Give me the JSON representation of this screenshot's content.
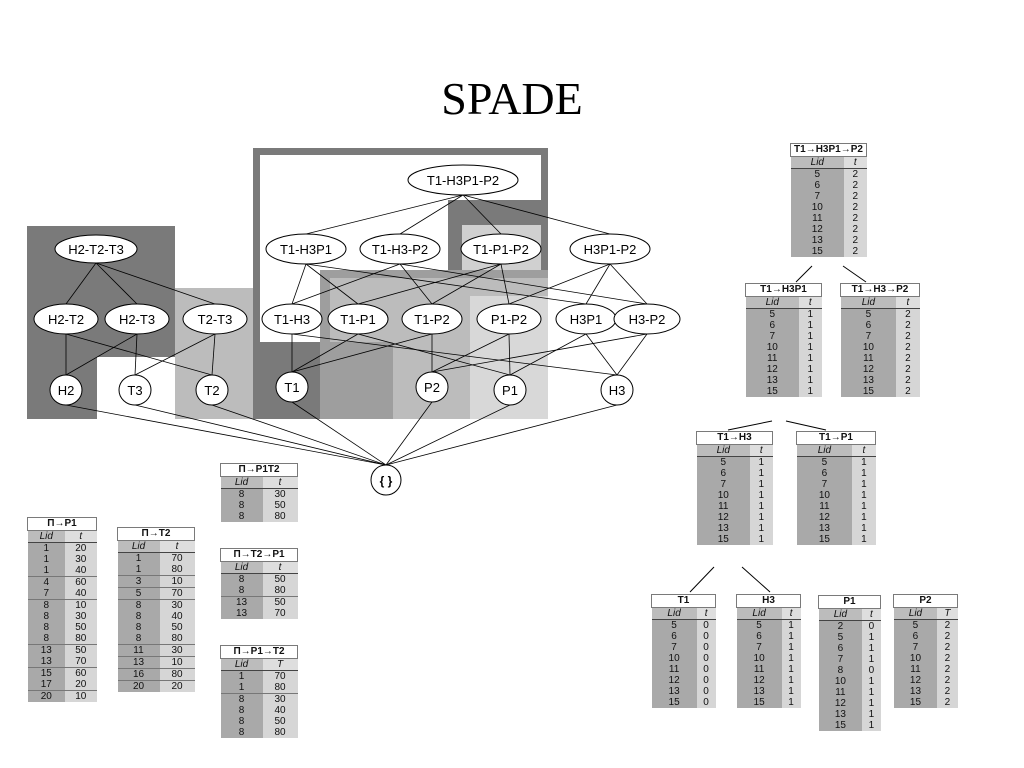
{
  "title": "SPADE",
  "lattice": {
    "nodes": [
      {
        "id": "T1-H3P1-P2",
        "label": "T1-H3P1-P2"
      },
      {
        "id": "H2-T2-T3",
        "label": "H2-T2-T3"
      },
      {
        "id": "T1-H3P1",
        "label": "T1-H3P1"
      },
      {
        "id": "T1-H3-P2",
        "label": "T1-H3-P2"
      },
      {
        "id": "T1-P1-P2",
        "label": "T1-P1-P2"
      },
      {
        "id": "H3P1-P2",
        "label": "H3P1-P2"
      },
      {
        "id": "H2-T2",
        "label": "H2-T2"
      },
      {
        "id": "H2-T3",
        "label": "H2-T3"
      },
      {
        "id": "T2-T3",
        "label": "T2-T3"
      },
      {
        "id": "T1-H3",
        "label": "T1-H3"
      },
      {
        "id": "T1-P1",
        "label": "T1-P1"
      },
      {
        "id": "T1-P2",
        "label": "T1-P2"
      },
      {
        "id": "P1-P2",
        "label": "P1-P2"
      },
      {
        "id": "H3P1",
        "label": "H3P1"
      },
      {
        "id": "H3-P2",
        "label": "H3-P2"
      },
      {
        "id": "H2",
        "label": "H2"
      },
      {
        "id": "T3",
        "label": "T3"
      },
      {
        "id": "T2",
        "label": "T2"
      },
      {
        "id": "T1",
        "label": "T1"
      },
      {
        "id": "P2",
        "label": "P2"
      },
      {
        "id": "P1",
        "label": "P1"
      },
      {
        "id": "H3",
        "label": "H3"
      },
      {
        "id": "root",
        "label": "{ }"
      }
    ],
    "edges": [
      [
        "T1-H3P1-P2",
        "T1-H3P1"
      ],
      [
        "T1-H3P1-P2",
        "T1-H3-P2"
      ],
      [
        "T1-H3P1-P2",
        "T1-P1-P2"
      ],
      [
        "T1-H3P1-P2",
        "H3P1-P2"
      ],
      [
        "H2-T2-T3",
        "H2-T2"
      ],
      [
        "H2-T2-T3",
        "H2-T3"
      ],
      [
        "H2-T2-T3",
        "T2-T3"
      ],
      [
        "T1-H3P1",
        "T1-H3"
      ],
      [
        "T1-H3P1",
        "T1-P1"
      ],
      [
        "T1-H3P1",
        "H3P1"
      ],
      [
        "T1-H3-P2",
        "T1-H3"
      ],
      [
        "T1-H3-P2",
        "T1-P2"
      ],
      [
        "T1-H3-P2",
        "H3-P2"
      ],
      [
        "T1-P1-P2",
        "T1-P1"
      ],
      [
        "T1-P1-P2",
        "T1-P2"
      ],
      [
        "T1-P1-P2",
        "P1-P2"
      ],
      [
        "H3P1-P2",
        "H3P1"
      ],
      [
        "H3P1-P2",
        "H3-P2"
      ],
      [
        "H3P1-P2",
        "P1-P2"
      ],
      [
        "H2-T2",
        "H2"
      ],
      [
        "H2-T2",
        "T2"
      ],
      [
        "H2-T3",
        "H2"
      ],
      [
        "H2-T3",
        "T3"
      ],
      [
        "T2-T3",
        "T2"
      ],
      [
        "T2-T3",
        "T3"
      ],
      [
        "T1-H3",
        "T1"
      ],
      [
        "T1-H3",
        "H3"
      ],
      [
        "T1-P1",
        "T1"
      ],
      [
        "T1-P1",
        "P1"
      ],
      [
        "T1-P2",
        "T1"
      ],
      [
        "T1-P2",
        "P2"
      ],
      [
        "P1-P2",
        "P1"
      ],
      [
        "P1-P2",
        "P2"
      ],
      [
        "H3P1",
        "H3"
      ],
      [
        "H3P1",
        "P1"
      ],
      [
        "H3-P2",
        "H3"
      ],
      [
        "H3-P2",
        "P2"
      ],
      [
        "H2",
        "root"
      ],
      [
        "T3",
        "root"
      ],
      [
        "T2",
        "root"
      ],
      [
        "T1",
        "root"
      ],
      [
        "P2",
        "root"
      ],
      [
        "P1",
        "root"
      ],
      [
        "H3",
        "root"
      ]
    ]
  },
  "tables": [
    {
      "id": "t_pi_p1",
      "title": "Π→P1",
      "cols": [
        "Lid",
        "t"
      ],
      "rows": [
        [
          "1",
          "20"
        ],
        [
          "1",
          "30"
        ],
        [
          "1",
          "40"
        ],
        [
          "4",
          "60"
        ],
        [
          "7",
          "40"
        ],
        [
          "8",
          "10"
        ],
        [
          "8",
          "30"
        ],
        [
          "8",
          "50"
        ],
        [
          "8",
          "80"
        ],
        [
          "13",
          "50"
        ],
        [
          "13",
          "70"
        ],
        [
          "15",
          "60"
        ],
        [
          "17",
          "20"
        ],
        [
          "20",
          "10"
        ]
      ],
      "seps": [
        3,
        5,
        9,
        11,
        13
      ]
    },
    {
      "id": "t_pi_t2",
      "title": "Π→T2",
      "cols": [
        "Lid",
        "t"
      ],
      "rows": [
        [
          "1",
          "70"
        ],
        [
          "1",
          "80"
        ],
        [
          "3",
          "10"
        ],
        [
          "5",
          "70"
        ],
        [
          "8",
          "30"
        ],
        [
          "8",
          "40"
        ],
        [
          "8",
          "50"
        ],
        [
          "8",
          "80"
        ],
        [
          "11",
          "30"
        ],
        [
          "13",
          "10"
        ],
        [
          "16",
          "80"
        ],
        [
          "20",
          "20"
        ]
      ],
      "seps": [
        2,
        3,
        4,
        8,
        9,
        10,
        11
      ]
    },
    {
      "id": "t_pi_p1t2",
      "title": "Π→P1T2",
      "cols": [
        "Lid",
        "t"
      ],
      "rows": [
        [
          "8",
          "30"
        ],
        [
          "8",
          "50"
        ],
        [
          "8",
          "80"
        ]
      ],
      "seps": []
    },
    {
      "id": "t_pi_t2_p1",
      "title": "Π→T2→P1",
      "cols": [
        "Lid",
        "t"
      ],
      "rows": [
        [
          "8",
          "50"
        ],
        [
          "8",
          "80"
        ],
        [
          "13",
          "50"
        ],
        [
          "13",
          "70"
        ]
      ],
      "seps": [
        2
      ]
    },
    {
      "id": "t_pi_p1_t2",
      "title": "Π→P1→T2",
      "cols": [
        "Lid",
        "T"
      ],
      "rows": [
        [
          "1",
          "70"
        ],
        [
          "1",
          "80"
        ],
        [
          "8",
          "30"
        ],
        [
          "8",
          "40"
        ],
        [
          "8",
          "50"
        ],
        [
          "8",
          "80"
        ]
      ],
      "seps": [
        2
      ]
    },
    {
      "id": "t_t1_h3p1_p2",
      "title": "T1→H3P1→P2",
      "cols": [
        "Lid",
        "t"
      ],
      "rows": [
        [
          "5",
          "2"
        ],
        [
          "6",
          "2"
        ],
        [
          "7",
          "2"
        ],
        [
          "10",
          "2"
        ],
        [
          "11",
          "2"
        ],
        [
          "12",
          "2"
        ],
        [
          "13",
          "2"
        ],
        [
          "15",
          "2"
        ]
      ],
      "seps": []
    },
    {
      "id": "t_t1_h3p1",
      "title": "T1→H3P1",
      "cols": [
        "Lid",
        "t"
      ],
      "rows": [
        [
          "5",
          "1"
        ],
        [
          "6",
          "1"
        ],
        [
          "7",
          "1"
        ],
        [
          "10",
          "1"
        ],
        [
          "11",
          "1"
        ],
        [
          "12",
          "1"
        ],
        [
          "13",
          "1"
        ],
        [
          "15",
          "1"
        ]
      ],
      "seps": []
    },
    {
      "id": "t_t1_h3_p2",
      "title": "T1→H3→P2",
      "cols": [
        "Lid",
        "t"
      ],
      "rows": [
        [
          "5",
          "2"
        ],
        [
          "6",
          "2"
        ],
        [
          "7",
          "2"
        ],
        [
          "10",
          "2"
        ],
        [
          "11",
          "2"
        ],
        [
          "12",
          "2"
        ],
        [
          "13",
          "2"
        ],
        [
          "15",
          "2"
        ]
      ],
      "seps": []
    },
    {
      "id": "t_t1_h3",
      "title": "T1→H3",
      "cols": [
        "Lid",
        "t"
      ],
      "rows": [
        [
          "5",
          "1"
        ],
        [
          "6",
          "1"
        ],
        [
          "7",
          "1"
        ],
        [
          "10",
          "1"
        ],
        [
          "11",
          "1"
        ],
        [
          "12",
          "1"
        ],
        [
          "13",
          "1"
        ],
        [
          "15",
          "1"
        ]
      ],
      "seps": []
    },
    {
      "id": "t_t1_p1",
      "title": "T1→P1",
      "cols": [
        "Lid",
        "t"
      ],
      "rows": [
        [
          "5",
          "1"
        ],
        [
          "6",
          "1"
        ],
        [
          "7",
          "1"
        ],
        [
          "10",
          "1"
        ],
        [
          "11",
          "1"
        ],
        [
          "12",
          "1"
        ],
        [
          "13",
          "1"
        ],
        [
          "15",
          "1"
        ]
      ],
      "seps": []
    },
    {
      "id": "t_t1",
      "title": "T1",
      "cols": [
        "Lid",
        "t"
      ],
      "rows": [
        [
          "5",
          "0"
        ],
        [
          "6",
          "0"
        ],
        [
          "7",
          "0"
        ],
        [
          "10",
          "0"
        ],
        [
          "11",
          "0"
        ],
        [
          "12",
          "0"
        ],
        [
          "13",
          "0"
        ],
        [
          "15",
          "0"
        ]
      ],
      "seps": []
    },
    {
      "id": "t_h3",
      "title": "H3",
      "cols": [
        "Lid",
        "t"
      ],
      "rows": [
        [
          "5",
          "1"
        ],
        [
          "6",
          "1"
        ],
        [
          "7",
          "1"
        ],
        [
          "10",
          "1"
        ],
        [
          "11",
          "1"
        ],
        [
          "12",
          "1"
        ],
        [
          "13",
          "1"
        ],
        [
          "15",
          "1"
        ]
      ],
      "seps": []
    },
    {
      "id": "t_p1",
      "title": "P1",
      "cols": [
        "Lid",
        "t"
      ],
      "rows": [
        [
          "2",
          "0"
        ],
        [
          "5",
          "1"
        ],
        [
          "6",
          "1"
        ],
        [
          "7",
          "1"
        ],
        [
          "8",
          "0"
        ],
        [
          "10",
          "1"
        ],
        [
          "11",
          "1"
        ],
        [
          "12",
          "1"
        ],
        [
          "13",
          "1"
        ],
        [
          "15",
          "1"
        ]
      ],
      "seps": []
    },
    {
      "id": "t_p2",
      "title": "P2",
      "cols": [
        "Lid",
        "T"
      ],
      "rows": [
        [
          "5",
          "2"
        ],
        [
          "6",
          "2"
        ],
        [
          "7",
          "2"
        ],
        [
          "10",
          "2"
        ],
        [
          "11",
          "2"
        ],
        [
          "12",
          "2"
        ],
        [
          "13",
          "2"
        ],
        [
          "15",
          "2"
        ]
      ],
      "seps": []
    }
  ]
}
